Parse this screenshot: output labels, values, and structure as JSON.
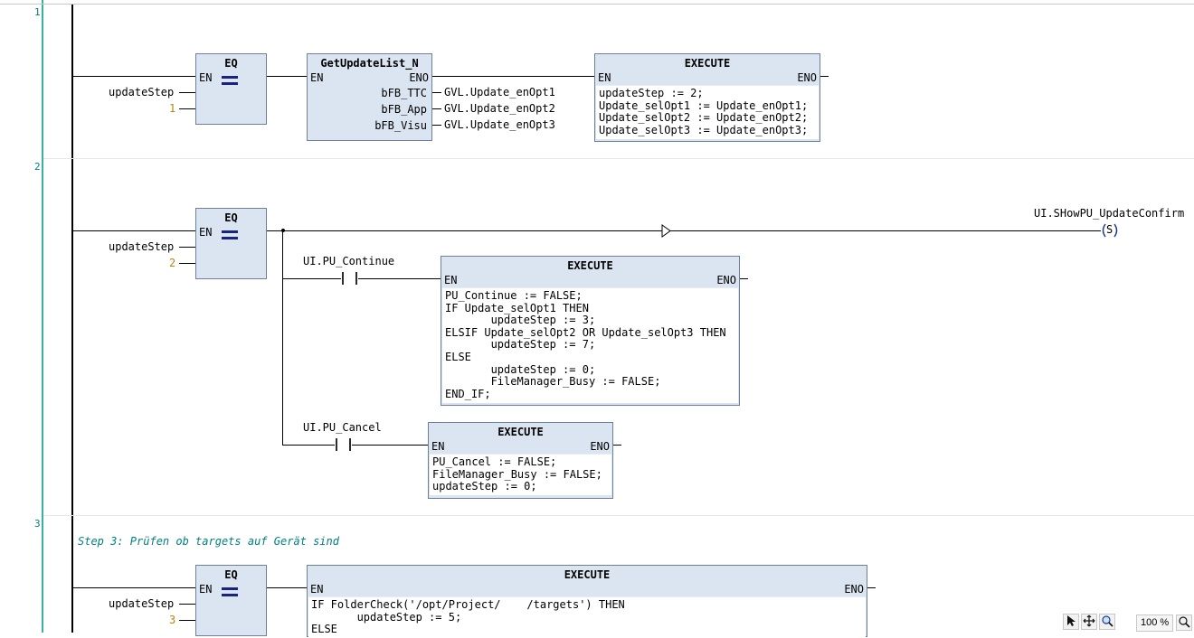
{
  "networks": [
    {
      "number": "1",
      "eq": {
        "title": "EQ",
        "en": "EN",
        "in1": "updateStep",
        "in2": "1"
      },
      "fb": {
        "title": "GetUpdateList_N",
        "en": "EN",
        "eno": "ENO",
        "outputs": [
          {
            "pin": "bFB_TTC",
            "var": "GVL.Update_enOpt1"
          },
          {
            "pin": "bFB_App",
            "var": "GVL.Update_enOpt2"
          },
          {
            "pin": "bFB_Visu",
            "var": "GVL.Update_enOpt3"
          }
        ]
      },
      "execute": {
        "title": "EXECUTE",
        "en": "EN",
        "eno": "ENO",
        "code": [
          "updateStep := 2;",
          "Update_selOpt1 := Update_enOpt1;",
          "Update_selOpt2 := Update_enOpt2;",
          "Update_selOpt3 := Update_enOpt3;"
        ]
      }
    },
    {
      "number": "2",
      "eq": {
        "title": "EQ",
        "en": "EN",
        "in1": "updateStep",
        "in2": "2"
      },
      "coil_var": "UI.SHowPU_UpdateConfirm",
      "coil_symbol": "S",
      "contact1": "UI.PU_Continue",
      "execute1": {
        "title": "EXECUTE",
        "en": "EN",
        "eno": "ENO",
        "code": [
          "PU_Continue := FALSE;",
          "IF Update_selOpt1 THEN",
          "       updateStep := 3;",
          "ELSIF Update_selOpt2 OR Update_selOpt3 THEN",
          "       updateStep := 7;",
          "ELSE",
          "       updateStep := 0;",
          "       FileManager_Busy := FALSE;",
          "END_IF;"
        ]
      },
      "contact2": "UI.PU_Cancel",
      "execute2": {
        "title": "EXECUTE",
        "en": "EN",
        "eno": "ENO",
        "code": [
          "PU_Cancel := FALSE;",
          "FileManager_Busy := FALSE;",
          "updateStep := 0;"
        ]
      }
    },
    {
      "number": "3",
      "comment": "Step 3: Prüfen ob targets auf Gerät sind",
      "eq": {
        "title": "EQ",
        "en": "EN",
        "in1": "updateStep",
        "in2": "3"
      },
      "execute": {
        "title": "EXECUTE",
        "en": "EN",
        "eno": "ENO",
        "code": [
          "IF FolderCheck('/opt/Project/    /targets') THEN",
          "       updateStep := 5;",
          "ELSE"
        ]
      }
    }
  ],
  "statusbar": {
    "zoom": "100 %",
    "icons": [
      "pointer-icon",
      "move-icon",
      "zoom-icon",
      "zoom-settings-icon"
    ]
  },
  "colors": {
    "block_fill": "#dbe5f2",
    "network_number": "#008080",
    "literal": "#b8860b",
    "comment": "#008080"
  }
}
